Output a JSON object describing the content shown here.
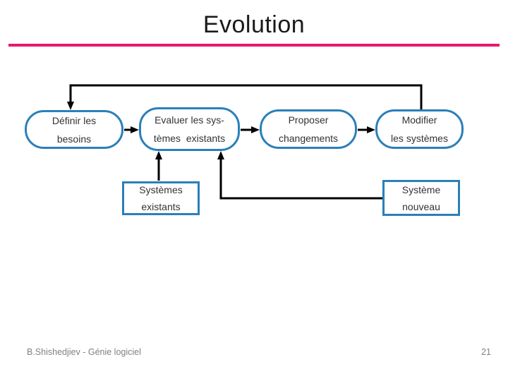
{
  "slide": {
    "title": "Evolution",
    "footer": {
      "author": "B.Shishedjiev - Génie logiciel",
      "page_number": "21"
    },
    "colors": {
      "accent_pink": "#e8186d",
      "box_border_blue": "#2b7fba",
      "connector_black": "#000000",
      "text_dark": "#333333",
      "footer_gray": "#808080"
    }
  },
  "diagram": {
    "boxes": {
      "definir": {
        "line1": "Définir les",
        "line2": "besoins"
      },
      "evaluer": {
        "line1": "Evaluer les sys-",
        "line2": "tèmes  existants"
      },
      "proposer": {
        "line1": "Proposer",
        "line2": "changements"
      },
      "modifier": {
        "line1": "Modifier",
        "line2": "les systèmes"
      },
      "sys_existants": {
        "line1": "Systèmes",
        "line2": "existants"
      },
      "sys_nouveau": {
        "line1": "Système",
        "line2": "nouveau"
      }
    }
  }
}
